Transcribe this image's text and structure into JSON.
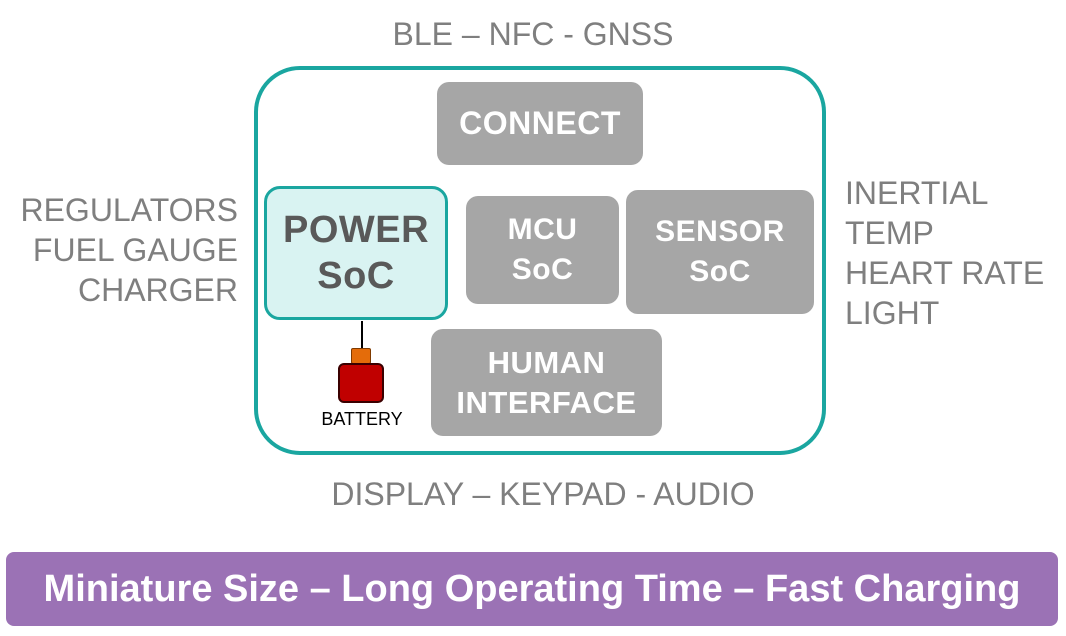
{
  "top_label": "BLE – NFC - GNSS",
  "bottom_label": "DISPLAY – KEYPAD - AUDIO",
  "left_labels": [
    "REGULATORS",
    "FUEL GAUGE",
    "CHARGER"
  ],
  "right_labels": [
    "INERTIAL",
    "TEMP",
    "HEART RATE",
    "LIGHT"
  ],
  "blocks": {
    "connect": [
      "CONNECT"
    ],
    "power": [
      "POWER",
      "SoC"
    ],
    "mcu": [
      "MCU",
      "SoC"
    ],
    "sensor": [
      "SENSOR",
      "SoC"
    ],
    "human_interface": [
      "HUMAN",
      "INTERFACE"
    ]
  },
  "battery_label": "BATTERY",
  "banner": "Miniature Size – Long Operating Time – Fast Charging",
  "colors": {
    "frame": "#1aa6a0",
    "block_grey": "#a6a6a6",
    "power_fill": "#d9f3f2",
    "battery_red": "#c00000",
    "battery_cap": "#e46c0a",
    "banner_purple": "#9b72b5",
    "label_grey": "#7f7f7f"
  }
}
